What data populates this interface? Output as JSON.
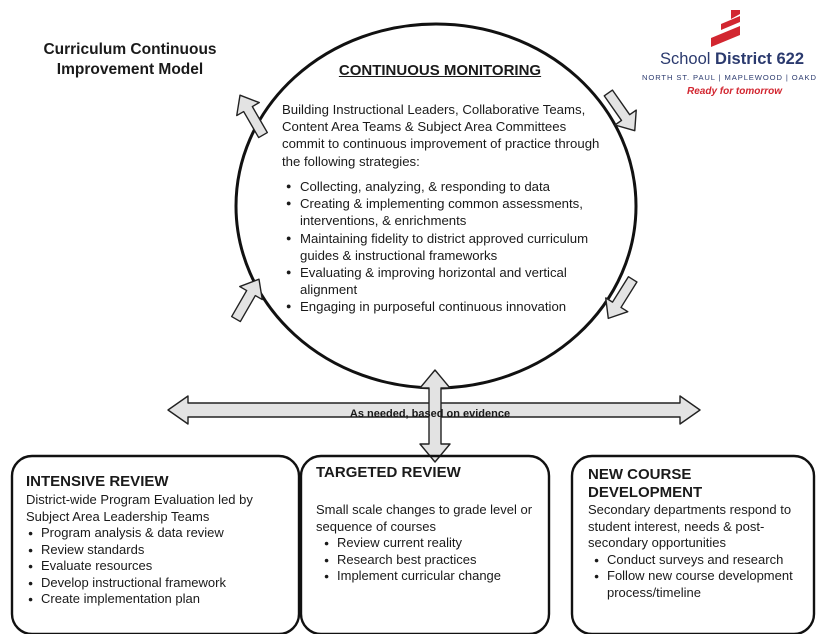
{
  "title": {
    "line1": "Curriculum Continuous",
    "line2": "Improvement Model"
  },
  "logo": {
    "name_light": "School",
    "name_bold": "District 622",
    "subtitle": "NORTH ST. PAUL | MAPLEWOOD | OAKD",
    "tagline": "Ready for tomorrow",
    "colors": {
      "navy": "#2b3a6e",
      "red": "#d22630"
    }
  },
  "monitoring": {
    "heading": "CONTINUOUS MONITORING",
    "intro": "Building Instructional Leaders, Collaborative Teams, Content Area Teams & Subject Area Committees commit to continuous improvement of practice through the following strategies:",
    "strategies": [
      "Collecting, analyzing, & responding to data",
      "Creating & implementing common assessments, interventions, & enrichments",
      "Maintaining fidelity to district approved curriculum guides & instructional frameworks",
      "Evaluating & improving horizontal and vertical alignment",
      "Engaging in purposeful continuous innovation"
    ]
  },
  "connector_label": "As needed, based on evidence",
  "intensive": {
    "heading": "INTENSIVE REVIEW",
    "description": "District-wide Program Evaluation led by Subject Area Leadership Teams",
    "items": [
      "Program analysis & data review",
      "Review standards",
      "Evaluate resources",
      "Develop instructional framework",
      "Create implementation plan"
    ]
  },
  "targeted": {
    "heading": "TARGETED REVIEW",
    "description": "Small scale changes to grade level or sequence of courses",
    "items": [
      "Review current reality",
      "Research best practices",
      "Implement curricular change"
    ]
  },
  "newcourse": {
    "heading": "NEW COURSE DEVELOPMENT",
    "description": "Secondary departments respond to student interest, needs & post-secondary opportunities",
    "items": [
      "Conduct surveys and research",
      "Follow new course development process/timeline"
    ]
  },
  "colors": {
    "arrow_fill": "#e3e3e3",
    "stroke": "#222222"
  }
}
